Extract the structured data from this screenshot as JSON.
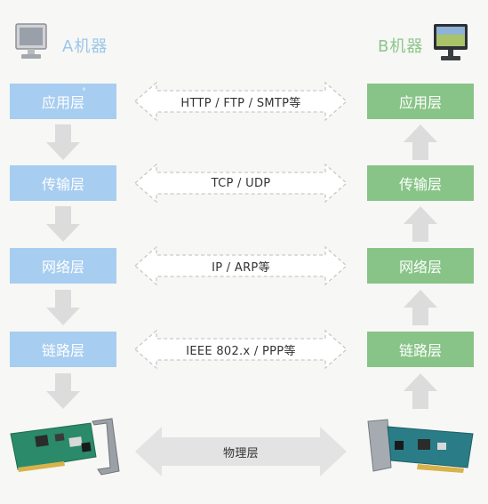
{
  "machine_a": {
    "label": "A机器",
    "layers": [
      "应用层",
      "传输层",
      "网络层",
      "链路层"
    ],
    "marker": "°"
  },
  "machine_b": {
    "label": "B机器",
    "layers": [
      "应用层",
      "传输层",
      "网络层",
      "链路层"
    ]
  },
  "protocols": [
    "HTTP / FTP / SMTP等",
    "TCP / UDP",
    "IP / ARP等",
    "IEEE 802.x / PPP等"
  ],
  "physical": {
    "label": "物理层"
  },
  "colors": {
    "machine_a": "#a7cdf0",
    "machine_b": "#88c487",
    "arrow": "#dcdcdc"
  },
  "icons": [
    "monitor-icon",
    "monitor-icon",
    "network-card-icon",
    "network-card-icon"
  ]
}
